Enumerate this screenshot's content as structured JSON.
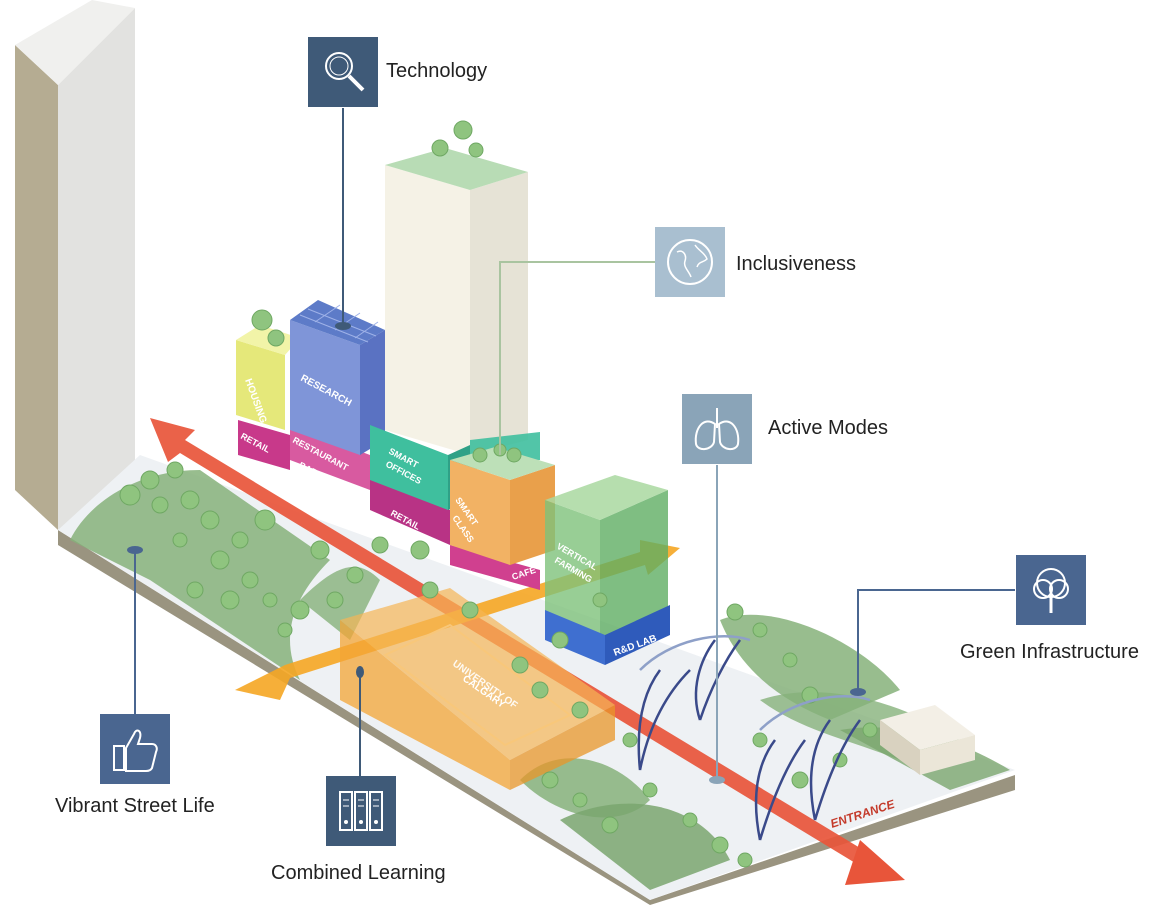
{
  "callouts": {
    "technology": {
      "label": "Technology",
      "icon": "magnifier-icon",
      "color": "#3f5a78"
    },
    "inclusiveness": {
      "label": "Inclusiveness",
      "icon": "globe-icon",
      "color": "#a9bfd0"
    },
    "active_modes": {
      "label": "Active Modes",
      "icon": "lungs-icon",
      "color": "#8aa4b8"
    },
    "green_infrastructure": {
      "label": "Green Infrastructure",
      "icon": "tree-icon",
      "color": "#4a6690"
    },
    "vibrant_street_life": {
      "label": "Vibrant Street Life",
      "icon": "thumbs-up-icon",
      "color": "#4a6690"
    },
    "combined_learning": {
      "label": "Combined Learning",
      "icon": "bookshelf-icon",
      "color": "#3f5a78"
    }
  },
  "buildings": {
    "housing": "HOUSING",
    "research": "RESEARCH",
    "retail_1": "RETAIL",
    "restaurant": "RESTAURANT",
    "bar": "BAR",
    "smart_offices_1": "SMART",
    "smart_offices_2": "OFFICES",
    "retail_2": "RETAIL",
    "smart_class_1": "SMART",
    "smart_class_2": "CLASS",
    "cafe": "CAFÉ",
    "vertical_farming_1": "VERTICAL",
    "vertical_farming_2": "FARMING",
    "rd_lab": "R&D LAB",
    "university_1": "UNIVERSITY OF",
    "university_2": "CALGARY",
    "entrance": "ENTRANCE"
  },
  "colors": {
    "street_arrow": "#e8553a",
    "cross_arrow": "#f5a623",
    "ground_green": "#86b27a",
    "research": "#7f95d8",
    "housing": "#e5e87a",
    "retail": "#c8398a",
    "smart_offices": "#3fbf9e",
    "smart_class": "#f2b264",
    "vertical_farming": "#7ec27a",
    "rd_lab": "#3f6fd0",
    "university": "#f3a436"
  }
}
